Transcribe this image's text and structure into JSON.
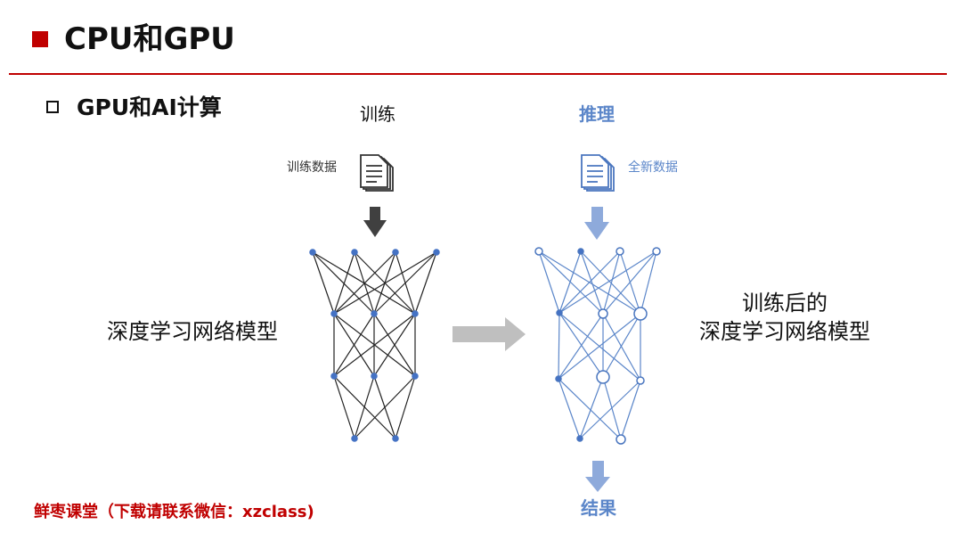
{
  "header": {
    "title": "CPU和GPU"
  },
  "section": {
    "subtitle": "GPU和AI计算"
  },
  "training": {
    "heading": "训练",
    "data_label": "训练数据",
    "model_label": "深度学习网络模型"
  },
  "inference": {
    "heading": "推理",
    "data_label": "全新数据",
    "model_label_line1": "训练后的",
    "model_label_line2": "深度学习网络模型",
    "result_label": "结果"
  },
  "footer": {
    "text": "鲜枣课堂（下载请联系微信：xzclass)"
  },
  "colors": {
    "accent_red": "#c00000",
    "training_dark": "#222222",
    "training_node": "#4472c4",
    "inference_blue": "#5b86c9",
    "arrow_grey": "#bfbfbf",
    "arrow_dark": "#404040",
    "arrow_light_blue": "#8eaadb"
  },
  "icons": [
    "document-stack-icon",
    "document-stack-icon"
  ]
}
